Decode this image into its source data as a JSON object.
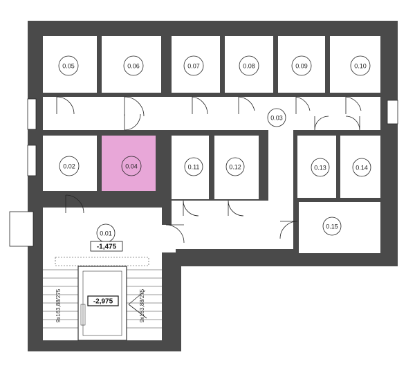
{
  "rooms": [
    {
      "id": "r005",
      "label": "0.05"
    },
    {
      "id": "r006",
      "label": "0.06"
    },
    {
      "id": "r007",
      "label": "0.07"
    },
    {
      "id": "r008",
      "label": "0.08"
    },
    {
      "id": "r009",
      "label": "0.09"
    },
    {
      "id": "r010",
      "label": "0.10"
    },
    {
      "id": "r003",
      "label": "0.03"
    },
    {
      "id": "r002",
      "label": "0.02"
    },
    {
      "id": "r004",
      "label": "0.04"
    },
    {
      "id": "r011",
      "label": "0.11"
    },
    {
      "id": "r012",
      "label": "0.12"
    },
    {
      "id": "r013",
      "label": "0.13"
    },
    {
      "id": "r014",
      "label": "0.14"
    },
    {
      "id": "r015",
      "label": "0.15"
    },
    {
      "id": "r001",
      "label": "0.01"
    }
  ],
  "levels": {
    "room_001": "-1,475",
    "stairwell": "-2,975"
  },
  "stairs": {
    "left": "9x163,88/275",
    "right": "9x163,88/275"
  },
  "colors": {
    "wall": "#4a4a4a",
    "floor": "#ffffff",
    "highlight": "#e8a7d8",
    "line": "#222222"
  }
}
